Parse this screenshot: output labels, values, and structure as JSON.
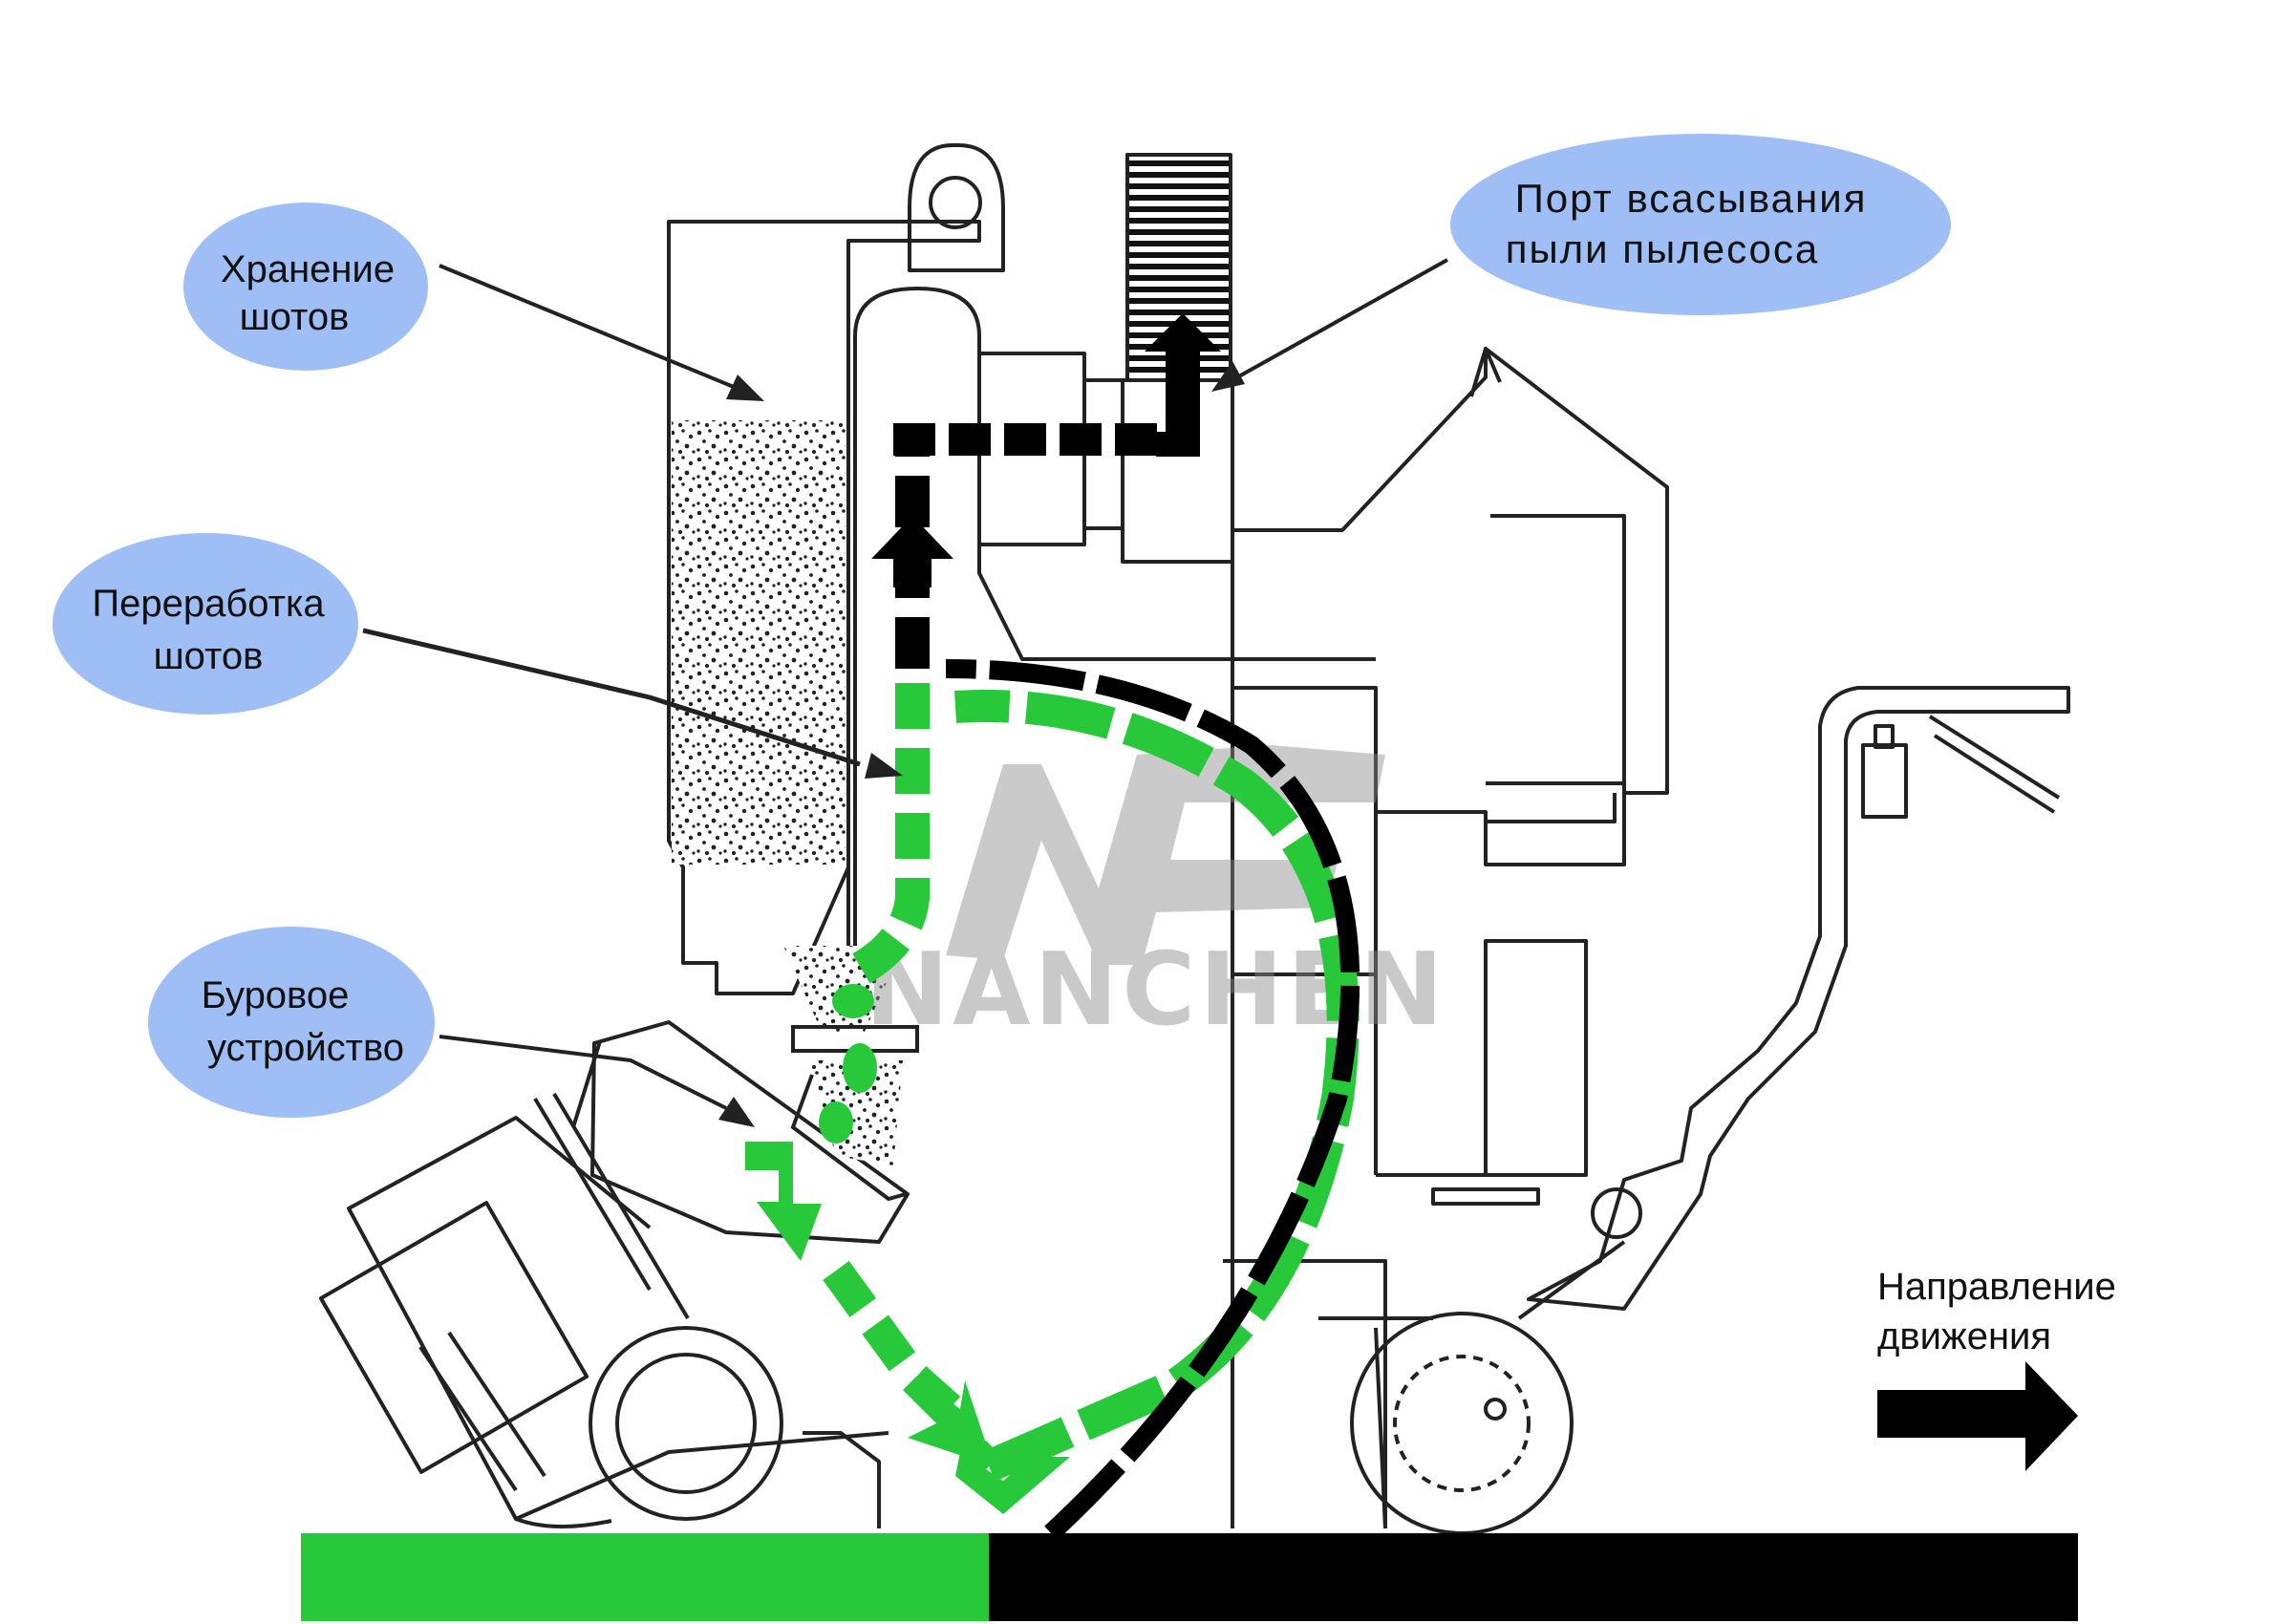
{
  "labels": {
    "storage": [
      "Хранение",
      "шотов"
    ],
    "recycling": [
      "Переработка",
      "шотов"
    ],
    "blast_unit": [
      "Буровое",
      "устройство"
    ],
    "dust_port": [
      "Порт всасывания",
      "пыли пылесоса"
    ],
    "direction": [
      "Направление",
      "движения"
    ]
  },
  "watermark": "NANCHEN",
  "colors": {
    "bubble": "#9ebef5",
    "shot_flow": "#27c93a",
    "dust_flow": "#000000",
    "line": "#222222"
  },
  "icons": {
    "direction_arrow": "right-arrow-icon",
    "flow_arrow": "arrow-icon"
  }
}
